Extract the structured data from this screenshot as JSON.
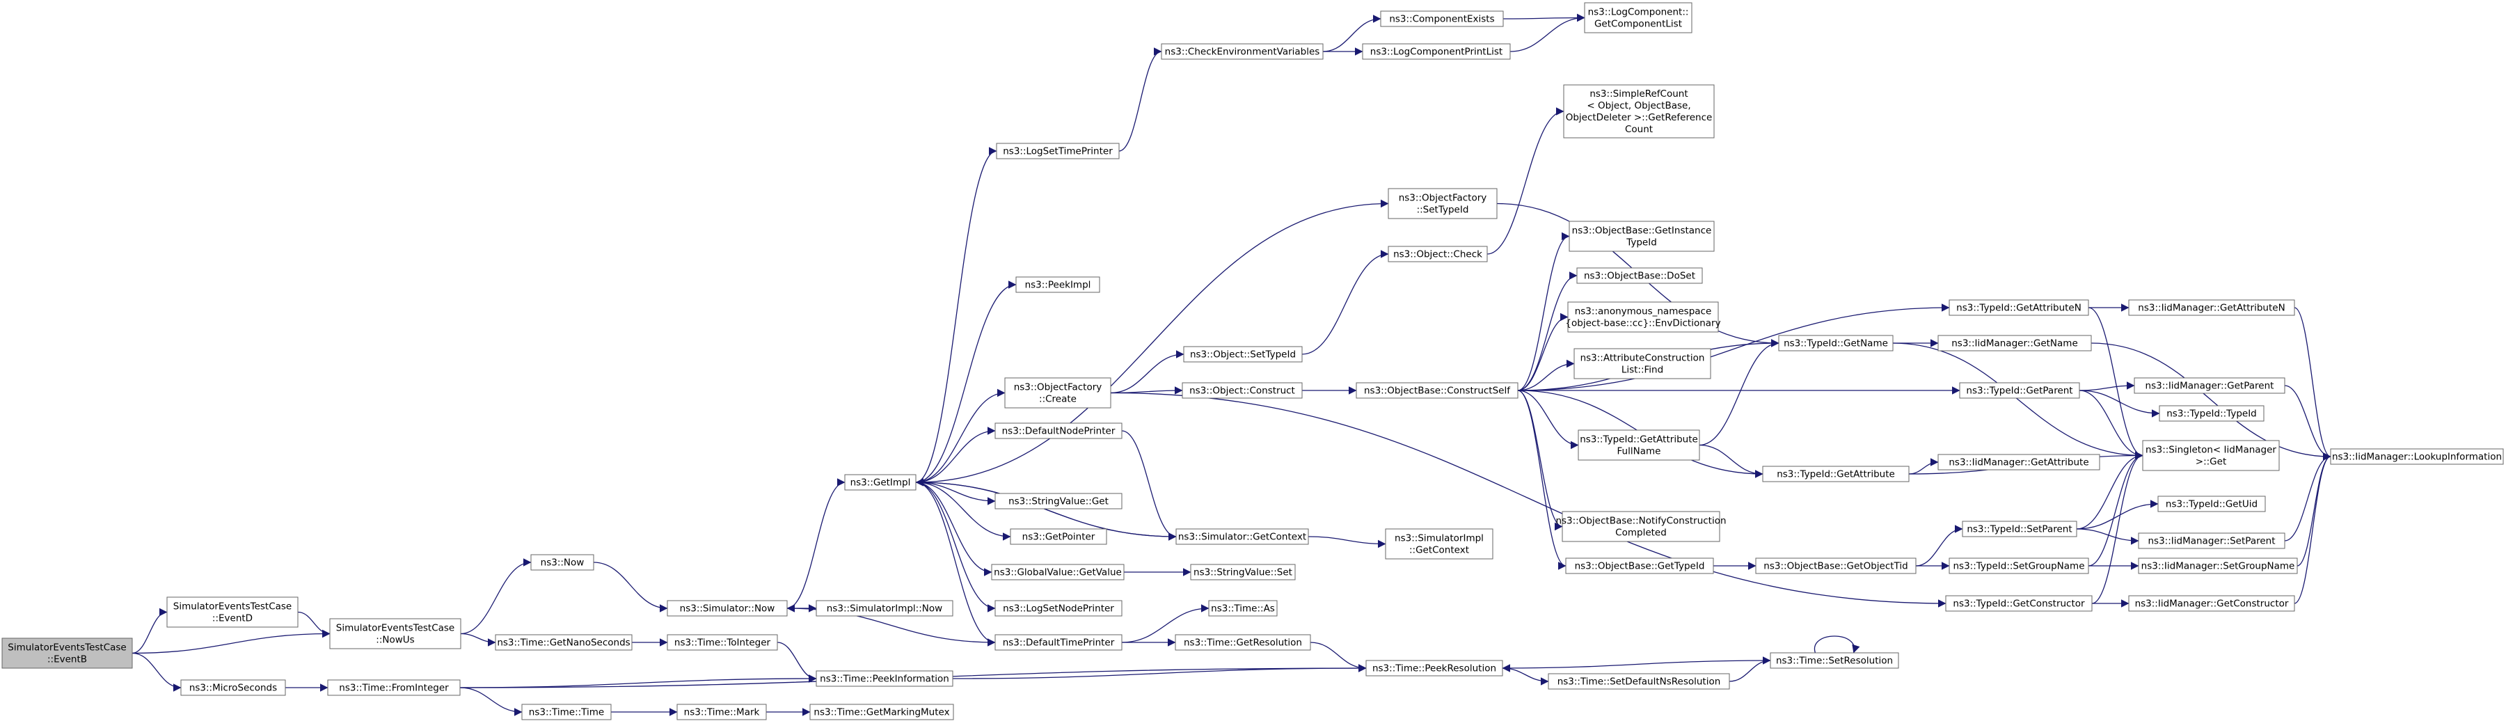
{
  "colors": {
    "edge": "#191970",
    "node_border": "#666666",
    "node_fill": "#ffffff",
    "root_fill": "#bfbfbf",
    "text": "#000000"
  },
  "diagram": {
    "type": "doxygen-call-graph",
    "root": "n_eventb",
    "nodes": [
      {
        "id": "n_eventb",
        "lines": [
          "SimulatorEventsTestCase",
          "::EventB"
        ],
        "root": true
      },
      {
        "id": "n_eventd",
        "lines": [
          "SimulatorEventsTestCase",
          "::EventD"
        ]
      },
      {
        "id": "n_nowus",
        "lines": [
          "SimulatorEventsTestCase",
          "::NowUs"
        ]
      },
      {
        "id": "n_microseconds",
        "lines": [
          "ns3::MicroSeconds"
        ]
      },
      {
        "id": "n_now",
        "lines": [
          "ns3::Now"
        ]
      },
      {
        "id": "n_getnanoseconds",
        "lines": [
          "ns3::Time::GetNanoSeconds"
        ]
      },
      {
        "id": "n_frominteger",
        "lines": [
          "ns3::Time::FromInteger"
        ]
      },
      {
        "id": "n_simnow",
        "lines": [
          "ns3::Simulator::Now"
        ]
      },
      {
        "id": "n_tointeger",
        "lines": [
          "ns3::Time::ToInteger"
        ]
      },
      {
        "id": "n_timetime",
        "lines": [
          "ns3::Time::Time"
        ]
      },
      {
        "id": "n_getimpl",
        "lines": [
          "ns3::GetImpl"
        ]
      },
      {
        "id": "n_simimplnow",
        "lines": [
          "ns3::SimulatorImpl::Now"
        ]
      },
      {
        "id": "n_peekinformation",
        "lines": [
          "ns3::Time::PeekInformation"
        ]
      },
      {
        "id": "n_mark",
        "lines": [
          "ns3::Time::Mark"
        ]
      },
      {
        "id": "n_getmarkingmutex",
        "lines": [
          "ns3::Time::GetMarkingMutex"
        ]
      },
      {
        "id": "n_logsettimeprinter",
        "lines": [
          "ns3::LogSetTimePrinter"
        ]
      },
      {
        "id": "n_peekimpl",
        "lines": [
          "ns3::PeekImpl"
        ]
      },
      {
        "id": "n_objectfactorycreate",
        "lines": [
          "ns3::ObjectFactory",
          "::Create"
        ]
      },
      {
        "id": "n_defaultnodeprinter",
        "lines": [
          "ns3::DefaultNodePrinter"
        ]
      },
      {
        "id": "n_stringvalueget",
        "lines": [
          "ns3::StringValue::Get"
        ]
      },
      {
        "id": "n_getpointer",
        "lines": [
          "ns3::GetPointer"
        ]
      },
      {
        "id": "n_globalvalueget",
        "lines": [
          "ns3::GlobalValue::GetValue"
        ]
      },
      {
        "id": "n_logsetnodeprinter",
        "lines": [
          "ns3::LogSetNodePrinter"
        ]
      },
      {
        "id": "n_defaulttimeprinter",
        "lines": [
          "ns3::DefaultTimePrinter"
        ]
      },
      {
        "id": "n_checkenv",
        "lines": [
          "ns3::CheckEnvironmentVariables"
        ]
      },
      {
        "id": "n_componentexists",
        "lines": [
          "ns3::ComponentExists"
        ]
      },
      {
        "id": "n_logcomponentprintlist",
        "lines": [
          "ns3::LogComponentPrintList"
        ]
      },
      {
        "id": "n_getcomponentlist",
        "lines": [
          "ns3::LogComponent::",
          "GetComponentList"
        ]
      },
      {
        "id": "n_objectsettypeid",
        "lines": [
          "ns3::Object::SetTypeId"
        ]
      },
      {
        "id": "n_objectconstruct",
        "lines": [
          "ns3::Object::Construct"
        ]
      },
      {
        "id": "n_simgetcontext",
        "lines": [
          "ns3::Simulator::GetContext"
        ]
      },
      {
        "id": "n_stringvalueset",
        "lines": [
          "ns3::StringValue::Set"
        ]
      },
      {
        "id": "n_timeas",
        "lines": [
          "ns3::Time::As"
        ]
      },
      {
        "id": "n_getresolution",
        "lines": [
          "ns3::Time::GetResolution"
        ]
      },
      {
        "id": "n_factorysettypeid",
        "lines": [
          "ns3::ObjectFactory",
          "::SetTypeId"
        ]
      },
      {
        "id": "n_objectcheck",
        "lines": [
          "ns3::Object::Check"
        ]
      },
      {
        "id": "n_constructself",
        "lines": [
          "ns3::ObjectBase::ConstructSelf"
        ]
      },
      {
        "id": "n_simimplgetcontext",
        "lines": [
          "ns3::SimulatorImpl",
          "::GetContext"
        ]
      },
      {
        "id": "n_peekresolution",
        "lines": [
          "ns3::Time::PeekResolution"
        ]
      },
      {
        "id": "n_simplerefcount",
        "lines": [
          "ns3::SimpleRefCount",
          "< Object, ObjectBase,",
          "ObjectDeleter >::GetReference",
          "Count"
        ]
      },
      {
        "id": "n_getinstancetypeid",
        "lines": [
          "ns3::ObjectBase::GetInstance",
          "TypeId"
        ]
      },
      {
        "id": "n_doset",
        "lines": [
          "ns3::ObjectBase::DoSet"
        ]
      },
      {
        "id": "n_envdictionary",
        "lines": [
          "ns3::anonymous_namespace",
          "{object-base::cc}::EnvDictionary"
        ]
      },
      {
        "id": "n_attrconstructionfind",
        "lines": [
          "ns3::AttributeConstruction",
          "List::Find"
        ]
      },
      {
        "id": "n_getattributefullname",
        "lines": [
          "ns3::TypeId::GetAttribute",
          "FullName"
        ]
      },
      {
        "id": "n_notifyconstruction",
        "lines": [
          "ns3::ObjectBase::NotifyConstruction",
          "Completed"
        ]
      },
      {
        "id": "n_objectbasegettypeid",
        "lines": [
          "ns3::ObjectBase::GetTypeId"
        ]
      },
      {
        "id": "n_setdefaultnsresolution",
        "lines": [
          "ns3::Time::SetDefaultNsResolution"
        ]
      },
      {
        "id": "n_typeidgetname",
        "lines": [
          "ns3::TypeId::GetName"
        ]
      },
      {
        "id": "n_typeidgetattribute",
        "lines": [
          "ns3::TypeId::GetAttribute"
        ]
      },
      {
        "id": "n_getobjecttid",
        "lines": [
          "ns3::ObjectBase::GetObjectTid"
        ]
      },
      {
        "id": "n_setresolution",
        "lines": [
          "ns3::Time::SetResolution"
        ]
      },
      {
        "id": "n_getattributen",
        "lines": [
          "ns3::TypeId::GetAttributeN"
        ]
      },
      {
        "id": "n_typeidgetparent",
        "lines": [
          "ns3::TypeId::GetParent"
        ]
      },
      {
        "id": "n_typeidsetparent",
        "lines": [
          "ns3::TypeId::SetParent"
        ]
      },
      {
        "id": "n_setgroupname",
        "lines": [
          "ns3::TypeId::SetGroupName"
        ]
      },
      {
        "id": "n_typeidgetconstructor",
        "lines": [
          "ns3::TypeId::GetConstructor"
        ]
      },
      {
        "id": "n_iidgetname",
        "lines": [
          "ns3::IidManager::GetName"
        ]
      },
      {
        "id": "n_iidgetattributen",
        "lines": [
          "ns3::IidManager::GetAttributeN"
        ]
      },
      {
        "id": "n_iidgetattribute",
        "lines": [
          "ns3::IidManager::GetAttribute"
        ]
      },
      {
        "id": "n_iidgetparent",
        "lines": [
          "ns3::IidManager::GetParent"
        ]
      },
      {
        "id": "n_typeidtypeid",
        "lines": [
          "ns3::TypeId::TypeId"
        ]
      },
      {
        "id": "n_singletonget",
        "lines": [
          "ns3::Singleton< IidManager",
          ">::Get"
        ]
      },
      {
        "id": "n_typeidgetuid",
        "lines": [
          "ns3::TypeId::GetUid"
        ]
      },
      {
        "id": "n_iidsetparent",
        "lines": [
          "ns3::IidManager::SetParent"
        ]
      },
      {
        "id": "n_iidsetgroupname",
        "lines": [
          "ns3::IidManager::SetGroupName"
        ]
      },
      {
        "id": "n_iidgetconstructor",
        "lines": [
          "ns3::IidManager::GetConstructor"
        ]
      },
      {
        "id": "n_lookupinformation",
        "lines": [
          "ns3::IidManager::LookupInformation"
        ]
      }
    ],
    "edges": [
      [
        "n_eventb",
        "n_eventd"
      ],
      [
        "n_eventb",
        "n_nowus"
      ],
      [
        "n_eventb",
        "n_microseconds"
      ],
      [
        "n_eventd",
        "n_nowus"
      ],
      [
        "n_nowus",
        "n_now"
      ],
      [
        "n_nowus",
        "n_getnanoseconds"
      ],
      [
        "n_microseconds",
        "n_frominteger"
      ],
      [
        "n_now",
        "n_simnow"
      ],
      [
        "n_getnanoseconds",
        "n_tointeger"
      ],
      [
        "n_frominteger",
        "n_peekinformation"
      ],
      [
        "n_frominteger",
        "n_timetime"
      ],
      [
        "n_frominteger",
        "n_peekresolution"
      ],
      [
        "n_simnow",
        "n_getimpl"
      ],
      [
        "n_simnow",
        "n_simimplnow"
      ],
      [
        "n_tointeger",
        "n_peekinformation"
      ],
      [
        "n_timetime",
        "n_mark"
      ],
      [
        "n_mark",
        "n_getmarkingmutex"
      ],
      [
        "n_getimpl",
        "n_logsettimeprinter"
      ],
      [
        "n_getimpl",
        "n_peekimpl"
      ],
      [
        "n_getimpl",
        "n_objectfactorycreate"
      ],
      [
        "n_getimpl",
        "n_defaultnodeprinter"
      ],
      [
        "n_getimpl",
        "n_stringvalueget"
      ],
      [
        "n_getimpl",
        "n_getpointer"
      ],
      [
        "n_getimpl",
        "n_globalvalueget"
      ],
      [
        "n_getimpl",
        "n_logsetnodeprinter"
      ],
      [
        "n_getimpl",
        "n_defaulttimeprinter"
      ],
      [
        "n_getimpl",
        "n_factorysettypeid"
      ],
      [
        "n_getimpl",
        "n_simgetcontext"
      ],
      [
        "n_logsettimeprinter",
        "n_checkenv"
      ],
      [
        "n_checkenv",
        "n_componentexists"
      ],
      [
        "n_checkenv",
        "n_logcomponentprintlist"
      ],
      [
        "n_componentexists",
        "n_getcomponentlist"
      ],
      [
        "n_logcomponentprintlist",
        "n_getcomponentlist"
      ],
      [
        "n_objectfactorycreate",
        "n_objectsettypeid"
      ],
      [
        "n_objectfactorycreate",
        "n_objectconstruct"
      ],
      [
        "n_objectfactorycreate",
        "n_typeidgetconstructor"
      ],
      [
        "n_defaultnodeprinter",
        "n_simgetcontext"
      ],
      [
        "n_simgetcontext",
        "n_getimpl"
      ],
      [
        "n_simgetcontext",
        "n_simimplgetcontext"
      ],
      [
        "n_globalvalueget",
        "n_stringvalueset"
      ],
      [
        "n_defaulttimeprinter",
        "n_simnow"
      ],
      [
        "n_defaulttimeprinter",
        "n_timeas"
      ],
      [
        "n_defaulttimeprinter",
        "n_getresolution"
      ],
      [
        "n_getresolution",
        "n_peekresolution"
      ],
      [
        "n_peekinformation",
        "n_peekresolution"
      ],
      [
        "n_objectsettypeid",
        "n_objectcheck"
      ],
      [
        "n_objectcheck",
        "n_simplerefcount"
      ],
      [
        "n_objectconstruct",
        "n_constructself"
      ],
      [
        "n_factorysettypeid",
        "n_typeidgetname"
      ],
      [
        "n_constructself",
        "n_getinstancetypeid"
      ],
      [
        "n_constructself",
        "n_doset"
      ],
      [
        "n_constructself",
        "n_envdictionary"
      ],
      [
        "n_constructself",
        "n_attrconstructionfind"
      ],
      [
        "n_constructself",
        "n_getattributefullname"
      ],
      [
        "n_constructself",
        "n_notifyconstruction"
      ],
      [
        "n_constructself",
        "n_objectbasegettypeid"
      ],
      [
        "n_constructself",
        "n_typeidgetname"
      ],
      [
        "n_constructself",
        "n_getattributen"
      ],
      [
        "n_constructself",
        "n_typeidgetparent"
      ],
      [
        "n_constructself",
        "n_typeidgetattribute"
      ],
      [
        "n_getattributefullname",
        "n_typeidgetname"
      ],
      [
        "n_getattributefullname",
        "n_typeidgetattribute"
      ],
      [
        "n_objectbasegettypeid",
        "n_getobjecttid"
      ],
      [
        "n_getobjecttid",
        "n_typeidsetparent"
      ],
      [
        "n_getobjecttid",
        "n_setgroupname"
      ],
      [
        "n_peekresolution",
        "n_setdefaultnsresolution"
      ],
      [
        "n_setdefaultnsresolution",
        "n_setresolution"
      ],
      [
        "n_setresolution",
        "n_peekresolution"
      ],
      [
        "n_setresolution",
        "n_setresolution"
      ],
      [
        "n_typeidgetname",
        "n_iidgetname"
      ],
      [
        "n_typeidgetname",
        "n_singletonget"
      ],
      [
        "n_typeidgetattribute",
        "n_iidgetattribute"
      ],
      [
        "n_typeidgetattribute",
        "n_singletonget"
      ],
      [
        "n_getattributen",
        "n_iidgetattributen"
      ],
      [
        "n_getattributen",
        "n_singletonget"
      ],
      [
        "n_typeidgetparent",
        "n_iidgetparent"
      ],
      [
        "n_typeidgetparent",
        "n_typeidtypeid"
      ],
      [
        "n_typeidgetparent",
        "n_singletonget"
      ],
      [
        "n_typeidsetparent",
        "n_typeidgetuid"
      ],
      [
        "n_typeidsetparent",
        "n_iidsetparent"
      ],
      [
        "n_typeidsetparent",
        "n_singletonget"
      ],
      [
        "n_setgroupname",
        "n_iidsetgroupname"
      ],
      [
        "n_setgroupname",
        "n_singletonget"
      ],
      [
        "n_typeidgetconstructor",
        "n_iidgetconstructor"
      ],
      [
        "n_typeidgetconstructor",
        "n_singletonget"
      ],
      [
        "n_iidgetname",
        "n_lookupinformation"
      ],
      [
        "n_iidgetattributen",
        "n_lookupinformation"
      ],
      [
        "n_iidgetparent",
        "n_lookupinformation"
      ],
      [
        "n_iidsetparent",
        "n_lookupinformation"
      ],
      [
        "n_iidsetgroupname",
        "n_lookupinformation"
      ],
      [
        "n_iidgetconstructor",
        "n_lookupinformation"
      ]
    ]
  }
}
